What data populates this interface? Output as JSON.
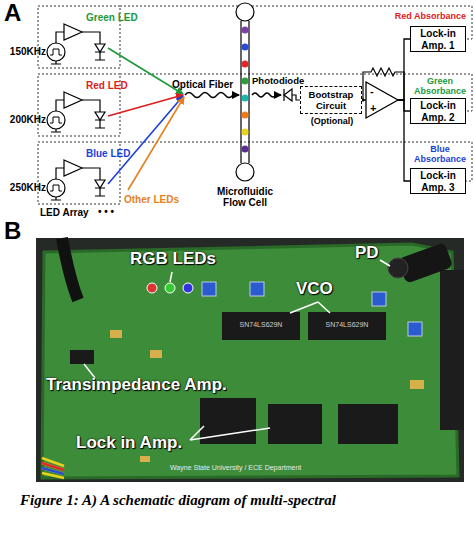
{
  "diagram": {
    "caption": "Figure 1: A) A schematic diagram of multi-spectral",
    "nodes": [
      {
        "text": [
          "Bootstrap Circuit",
          "(Optional)"
        ]
      },
      {
        "text": [
          "-",
          "+"
        ]
      },
      {
        "text": [
          "Lock-in Amp. 1"
        ]
      },
      {
        "text": [
          "Lock-in Amp. 2"
        ]
      },
      {
        "text": [
          "Lock-in Amp. 3"
        ]
      }
    ],
    "edges": [
      {
        "from": 0,
        "to": 1,
        "arrow": "none"
      },
      {
        "from": 1,
        "to": 2,
        "arrow": "none"
      },
      {
        "from": 1,
        "to": 3,
        "arrow": "none"
      },
      {
        "from": 1,
        "to": 4,
        "arrow": "none"
      }
    ],
    "labels": [
      "A",
      "150KHz",
      "Green LED",
      "200KHz",
      "Red LED",
      "250KHz",
      "Blue LED",
      "Other LEDs",
      "LED Array",
      "• • •",
      "Optical Fiber",
      "Photodiode",
      "Microfluidic Flow Cell",
      "Red Absorbance",
      "Green Absorbance",
      "Blue Absorbance",
      "B",
      "RGB LEDs",
      "PD",
      "VCO",
      "SN74LS629N",
      "SN74LS629N",
      "Transimpedance Amp.",
      "Lock in Amp.",
      "Wayne State University / ECE Department"
    ]
  }
}
